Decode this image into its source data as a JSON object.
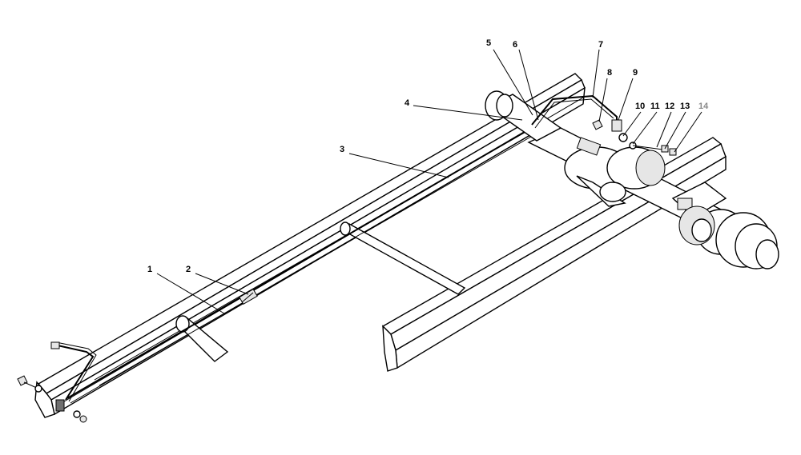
{
  "callouts": [
    {
      "id": "c1",
      "number": "1"
    },
    {
      "id": "c2",
      "number": "2"
    },
    {
      "id": "c3",
      "number": "3"
    },
    {
      "id": "c4",
      "number": "4"
    },
    {
      "id": "c5",
      "number": "5"
    },
    {
      "id": "c6",
      "number": "6"
    },
    {
      "id": "c7",
      "number": "7"
    },
    {
      "id": "c8",
      "number": "8"
    },
    {
      "id": "c9",
      "number": "9"
    },
    {
      "id": "c10",
      "number": "10"
    },
    {
      "id": "c11",
      "number": "11"
    },
    {
      "id": "c12",
      "number": "12"
    },
    {
      "id": "c13",
      "number": "13"
    },
    {
      "id": "c14",
      "number": "14"
    }
  ],
  "colors": {
    "line": "#000000",
    "background": "#ffffff",
    "label_14": "#8a8a8a"
  }
}
